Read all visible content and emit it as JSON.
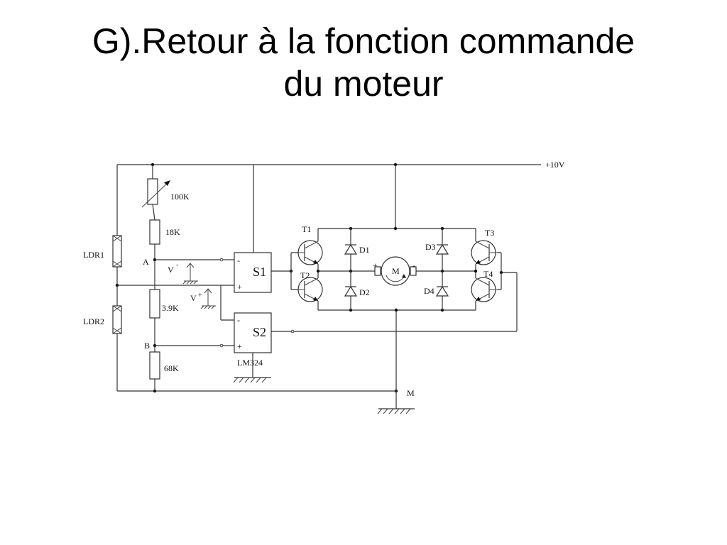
{
  "title": {
    "line1": "G).Retour à la fonction commande",
    "line2": "du moteur"
  },
  "schematic": {
    "supply_label": "+10V",
    "ground_label": "M",
    "opamp_chip_label": "LM324",
    "comparators": [
      {
        "name": "S1",
        "minus": "-",
        "plus": "+"
      },
      {
        "name": "S2",
        "minus": "-",
        "plus": "+"
      }
    ],
    "resistors": [
      "100K",
      "18K",
      "3.9K",
      "68K"
    ],
    "ldrs": [
      "LDR1",
      "LDR2"
    ],
    "nodes": [
      "A",
      "B"
    ],
    "references": [
      "V",
      "V"
    ],
    "reference_signs": [
      "-",
      "+"
    ],
    "transistors": [
      "T1",
      "T2",
      "T3",
      "T4"
    ],
    "diodes": [
      "D1",
      "D2",
      "D3",
      "D4"
    ],
    "motor": {
      "label": "M",
      "plus": "+",
      "minus": "-"
    }
  }
}
